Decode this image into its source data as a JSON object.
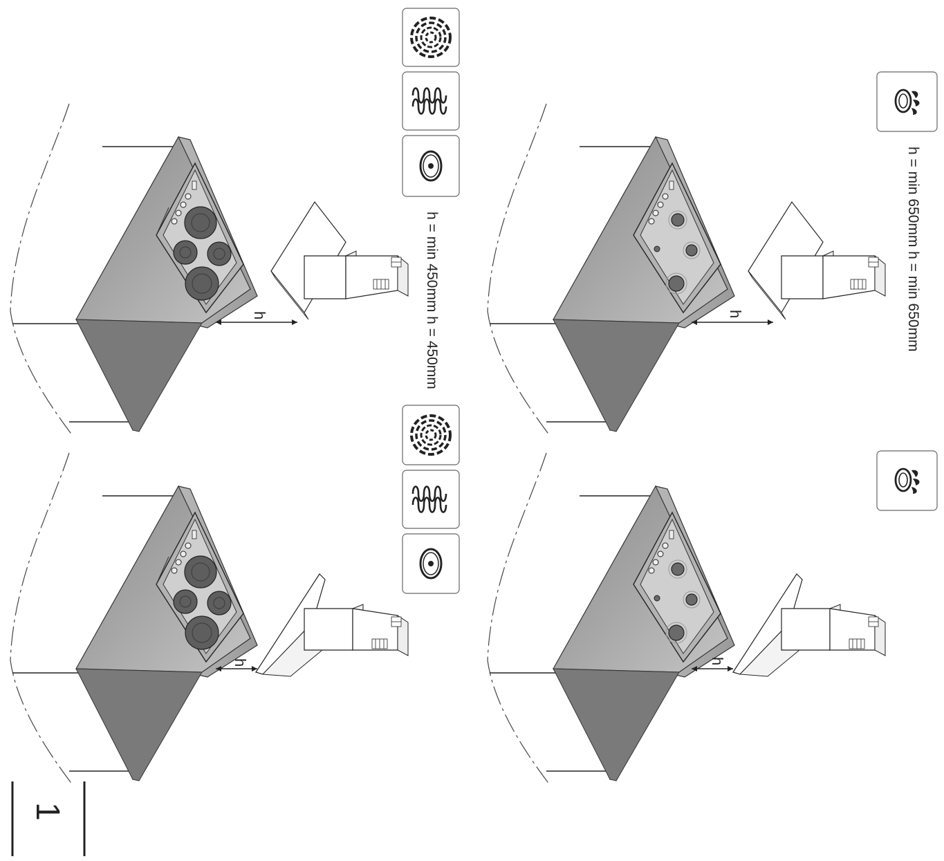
{
  "figure_number": "1",
  "labels": {
    "electric_heights": "h = min 450mm h = 450mm",
    "gas_heights": "h = min 650mm h = min 650mm",
    "h_mark": "h"
  },
  "icons": {
    "electric_set": [
      "radiant-zone-icon",
      "coil-element-icon",
      "solid-plate-icon"
    ],
    "gas_set": [
      "gas-burner-icon"
    ]
  },
  "panels": [
    {
      "hob": "electric",
      "hood": "flat"
    },
    {
      "hob": "electric",
      "hood": "angled"
    },
    {
      "hob": "gas",
      "hood": "flat"
    },
    {
      "hob": "gas",
      "hood": "angled"
    }
  ]
}
